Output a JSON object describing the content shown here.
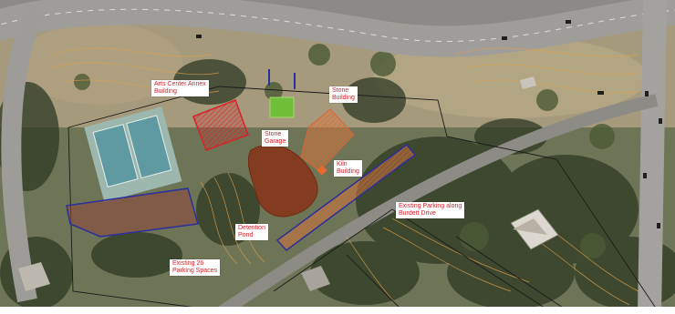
{
  "labels": {
    "arts_center_annex": [
      "Arts Center Annex",
      "Building"
    ],
    "stone_building": [
      "Stone",
      "Building"
    ],
    "stone_garage": [
      "Stone",
      "Garage"
    ],
    "kiln_building": [
      "Kiln",
      "Building"
    ],
    "existing_parking_burdett": [
      "Existing Parking along",
      "Burdett Drive"
    ],
    "detention_pond": [
      "Detention",
      "Pond"
    ],
    "existing_26_parking": [
      "Existing 26",
      "Parking Spaces"
    ]
  },
  "colors": {
    "label_text": "#d4232a",
    "building_outline": "#d4232a",
    "parking_outline": "#2b2f9e",
    "pond_fill": "#8a2e14",
    "contour": "#e0a04a",
    "property_line": "#1a1a1a"
  }
}
